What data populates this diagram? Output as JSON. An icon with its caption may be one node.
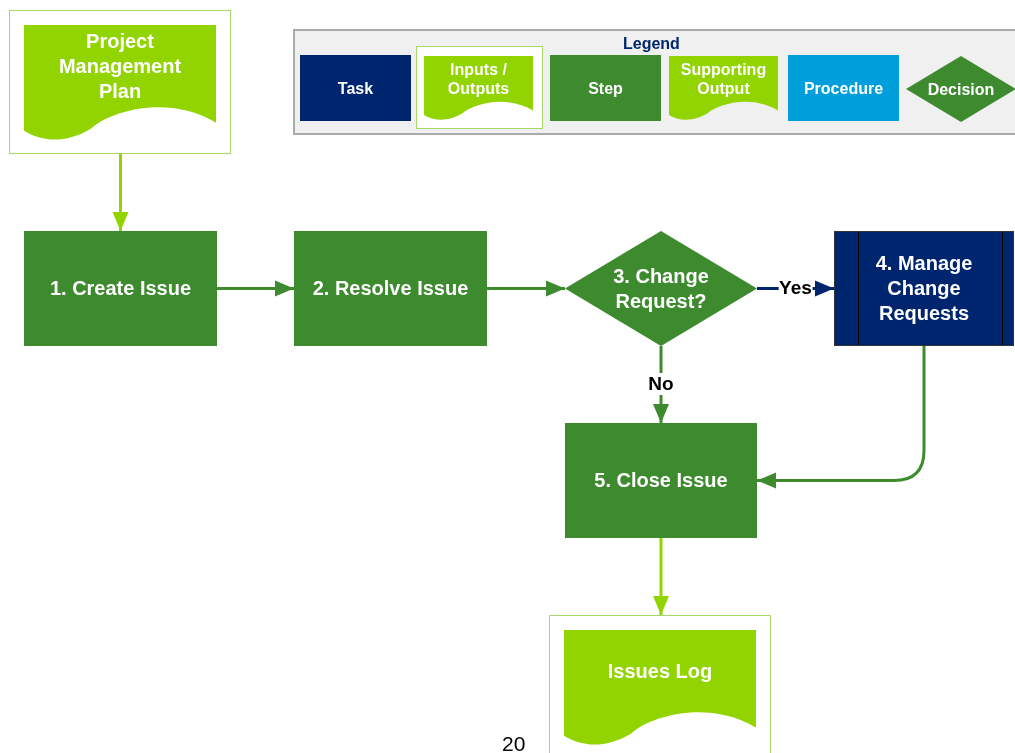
{
  "diagram": {
    "nodes": [
      {
        "text": [
          "Project Management Plan"
        ]
      },
      {
        "text": [
          "1. Create Issue"
        ]
      },
      {
        "text": [
          "2. Resolve Issue"
        ]
      },
      {
        "text": [
          "3. Change Request?"
        ]
      },
      {
        "text": [
          "4. Manage Change Requests"
        ]
      },
      {
        "text": [
          "5. Close Issue"
        ]
      },
      {
        "text": [
          "Issues Log"
        ]
      }
    ],
    "edges": [
      {
        "from": 0,
        "to": 1,
        "arrow": "to",
        "color": "#92d400"
      },
      {
        "from": 1,
        "to": 2,
        "arrow": "to"
      },
      {
        "from": 2,
        "to": 3,
        "arrow": "to"
      },
      {
        "from": 3,
        "to": 4,
        "arrow": "to",
        "label": "Yes",
        "color": "#00256f"
      },
      {
        "from": 3,
        "to": 5,
        "arrow": "to",
        "label": "No"
      },
      {
        "from": 4,
        "to": 5,
        "arrow": "to"
      },
      {
        "from": 5,
        "to": 6,
        "arrow": "to",
        "color": "#92d400"
      }
    ],
    "labels": [
      "Legend",
      "20"
    ],
    "legend": [
      {
        "text": "Task",
        "color": "#00256f"
      },
      {
        "text": "Inputs / Outputs"
      },
      {
        "text": "Step",
        "color": "#3e8a2f"
      },
      {
        "text": "Supporting Output"
      },
      {
        "text": "Procedure",
        "color": "#009fdb"
      },
      {
        "text": "Decision"
      }
    ]
  }
}
